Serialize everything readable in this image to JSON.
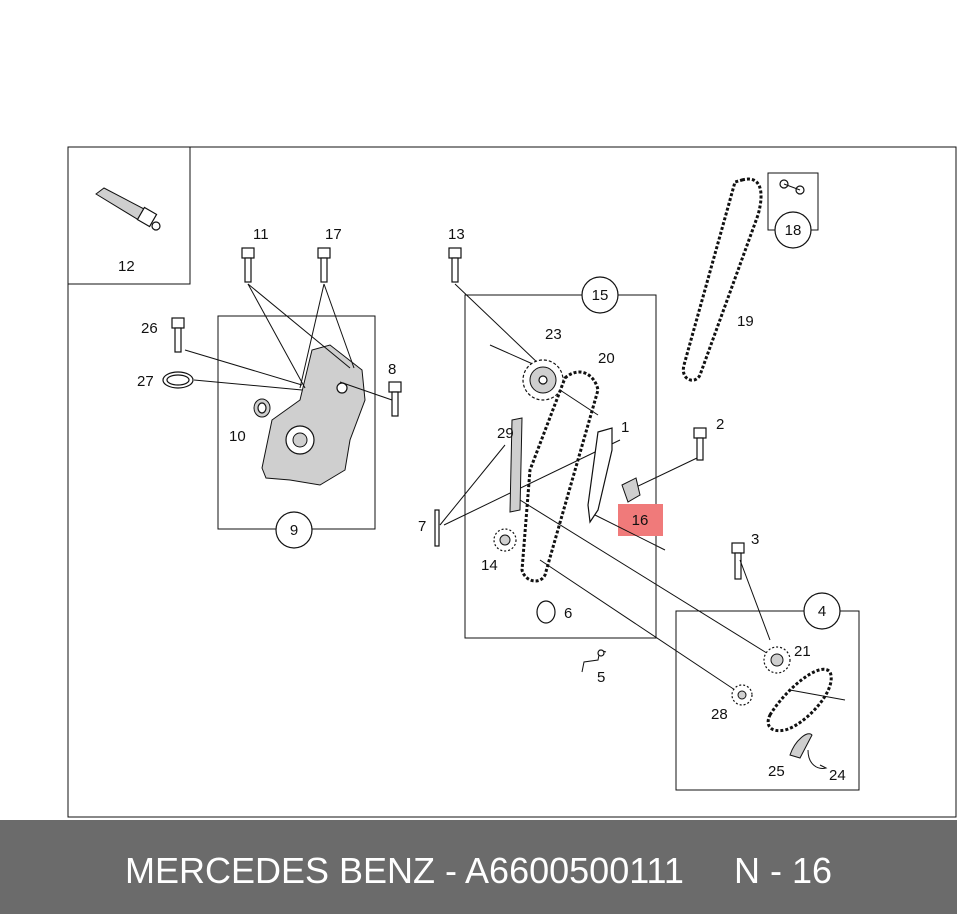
{
  "diagram": {
    "part_numbers": {
      "p1": "1",
      "p2": "2",
      "p3": "3",
      "p4": "4",
      "p5": "5",
      "p6": "6",
      "p7": "7",
      "p8": "8",
      "p9": "9",
      "p10": "10",
      "p11": "11",
      "p12": "12",
      "p13": "13",
      "p14": "14",
      "p15": "15",
      "p16": "16",
      "p17": "17",
      "p18": "18",
      "p19": "19",
      "p20": "20",
      "p21": "21",
      "p23": "23",
      "p24": "24",
      "p25": "25",
      "p26": "26",
      "p27": "27",
      "p28": "28",
      "p29": "29"
    },
    "highlight_color": "#f07a7a",
    "highlighted_part": "16"
  },
  "footer": {
    "brand": "MERCEDES BENZ",
    "separator": " - ",
    "part_number": "A6600500111",
    "gap": "     ",
    "position": "N - 16"
  }
}
